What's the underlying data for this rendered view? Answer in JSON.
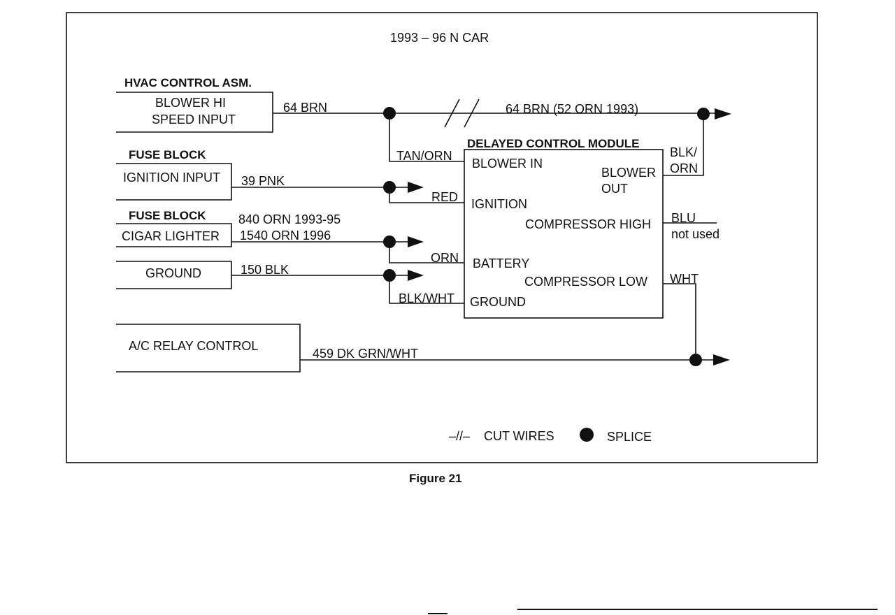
{
  "title": "1993 – 96  N CAR",
  "caption": "Figure 21",
  "sources": {
    "hvac": {
      "heading": "HVAC CONTROL ASM.",
      "line1": "BLOWER HI",
      "line2": "SPEED INPUT"
    },
    "fuse_ignition": {
      "heading": "FUSE BLOCK",
      "label": "IGNITION INPUT"
    },
    "fuse_cigar": {
      "heading": "FUSE BLOCK",
      "label": "CIGAR LIGHTER"
    },
    "ground": {
      "label": "GROUND"
    },
    "ac_relay": {
      "label": "A/C RELAY CONTROL"
    }
  },
  "wires": {
    "w64_brn": "64 BRN",
    "w64_brn_52": "64 BRN (52 ORN 1993)",
    "tan_orn": "TAN/ORN",
    "w39_pnk": "39 PNK",
    "red": "RED",
    "w840": "840 ORN 1993-95",
    "w1540": "1540 ORN 1996",
    "orn": "ORN",
    "w150": "150 BLK",
    "blk_wht": "BLK/WHT",
    "w459": "459  DK GRN/WHT",
    "blk_orn_1": "BLK/",
    "blk_orn_2": "ORN",
    "blu": "BLU",
    "not_used": "not used",
    "wht": "WHT"
  },
  "module": {
    "heading": "DELAYED CONTROL MODULE",
    "blower_in": "BLOWER IN",
    "ignition": "IGNITION",
    "battery": "BATTERY",
    "ground": "GROUND",
    "blower_out_1": "BLOWER",
    "blower_out_2": "OUT",
    "compressor_high": "COMPRESSOR HIGH",
    "compressor_low": "COMPRESSOR LOW"
  },
  "legend": {
    "cut_symbol": "–//–",
    "cut_label": "CUT WIRES",
    "splice_label": "SPLICE"
  }
}
